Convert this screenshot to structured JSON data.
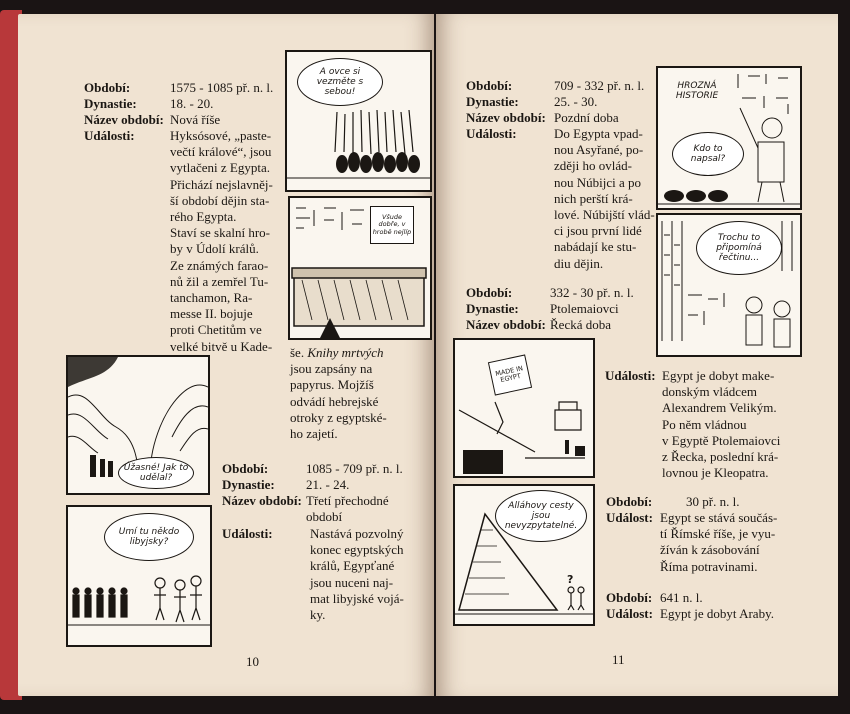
{
  "left_page": {
    "entry1": {
      "period_label": "Období:",
      "period_value": "1575 - 1085 př. n. l.",
      "dynasty_label": "Dynastie:",
      "dynasty_value": "18. - 20.",
      "name_label": "Název období:",
      "name_value": "Nová říše",
      "events_label": "Události:",
      "events_lines_a": [
        "Hyksósové, „paste-",
        "večtí králové“, jsou",
        "vytlačeni z Egypta.",
        "Přichází nejslavněj-",
        "ší období dějin sta-",
        "rého Egypta.",
        "Staví se skalní hro-",
        "by v Údolí králů.",
        "Ze známých farao-",
        "nů žil a zemřel Tu-",
        "tanchamon, Ra-",
        "messe II. bojuje",
        "proti Chetitům ve",
        "velké bitvě u Kade-"
      ],
      "events_lines_b": [
        "še. Knihy mrtvých",
        "jsou zapsány na",
        "papyrus. Mojžíš",
        "odvádí hebrejské",
        "otroky z egyptské-",
        "ho zajetí."
      ]
    },
    "entry2": {
      "period_label": "Období:",
      "period_value": "1085 - 709 př. n. l.",
      "dynasty_label": "Dynastie:",
      "dynasty_value": "21. - 24.",
      "name_label": "Název období:",
      "name_value_lines": [
        "Třetí přechodné",
        "období"
      ],
      "events_label": "Události:",
      "events_lines": [
        "Nastává pozvolný",
        "konec egyptských",
        "králů, Egypťané",
        "jsou nuceni naj-",
        "mat libyjské vojá-",
        "ky."
      ]
    },
    "comics": {
      "sheep": "A ovce si vezměte s sebou!",
      "tomb_sign": "Všude dobře, v hrobě nejlíp",
      "sea": "Úžasné! Jak to udělal?",
      "libyan": "Umí tu někdo libyjsky?"
    },
    "page_number": "10"
  },
  "right_page": {
    "entry1": {
      "period_label": "Období:",
      "period_value": "709 - 332 př. n. l.",
      "dynasty_label": "Dynastie:",
      "dynasty_value": "25. - 30.",
      "name_label": "Název období:",
      "name_value": "Pozdní doba",
      "events_label": "Události:",
      "events_lines": [
        "Do Egypta vpad-",
        "nou Asyřané, po-",
        "zději ho ovlád-",
        "nou Núbijci a po",
        "nich perští krá-",
        "lové. Núbijští vlád-",
        "ci jsou první lidé",
        "nabádají ke stu-",
        "diu dějin."
      ]
    },
    "entry2": {
      "period_label": "Období:",
      "period_value": "332 - 30 př. n. l.",
      "dynasty_label": "Dynastie:",
      "dynasty_value": "Ptolemaiovci",
      "name_label": "Název období:",
      "name_value": "Řecká doba",
      "events_label": "Události:",
      "events_lines": [
        "Egypt je dobyt make-",
        "donským vládcem",
        "Alexandrem Velikým.",
        "Po něm vládnou",
        "v Egyptě Ptolemaiovci",
        "z Řecka, poslední krá-",
        "lovnou je Kleopatra."
      ]
    },
    "entry3": {
      "period_label": "Období:",
      "period_value": "30 př. n. l.",
      "events_label": "Událost:",
      "events_lines": [
        "Egypt se stává součás-",
        "tí Římské říše, je vyu-",
        "žíván k zásobování",
        "Říma potravinami."
      ]
    },
    "entry4": {
      "period_label": "Období:",
      "period_value": "641 n. l.",
      "events_label": "Událost:",
      "events_value": "Egypt je dobyt Araby."
    },
    "comics": {
      "history_title": "HROZNÁ HISTORIE",
      "who_wrote": "Kdo to napsal?",
      "greek": "Trochu to připomíná řečtinu...",
      "crate": "MADE IN EGYPT",
      "allah": "Alláhovy cesty jsou nevyzpytatelné.",
      "question": "?"
    },
    "page_number": "11"
  }
}
